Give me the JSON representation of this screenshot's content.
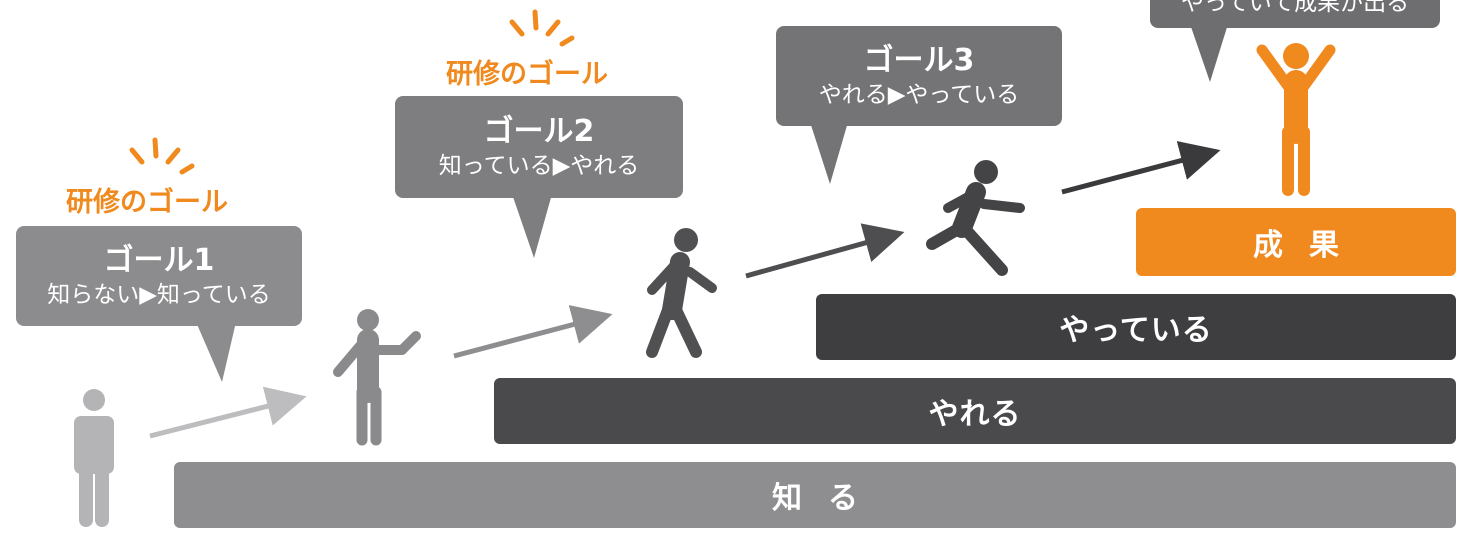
{
  "levels": {
    "know": "知る",
    "can": "やれる",
    "doing": "やっている",
    "result": "成果"
  },
  "goals": {
    "training_goal_label": "研修のゴール",
    "goal1": {
      "title": "ゴール1",
      "subtitle": "知らない▶知っている"
    },
    "goal2": {
      "title": "ゴール2",
      "subtitle": "知っている▶やれる"
    },
    "goal3": {
      "title": "ゴール3",
      "subtitle": "やれる▶やっている"
    },
    "goal4": {
      "subtitle": "やっていて成果が出る"
    }
  },
  "colors": {
    "accent": "#f08a1e",
    "bar_light": "#8e8e90",
    "bar_dark": "#4a4a4c",
    "figure_light": "#b4b4b6",
    "figure_mid": "#8a8a8c",
    "figure_dark": "#505052"
  }
}
